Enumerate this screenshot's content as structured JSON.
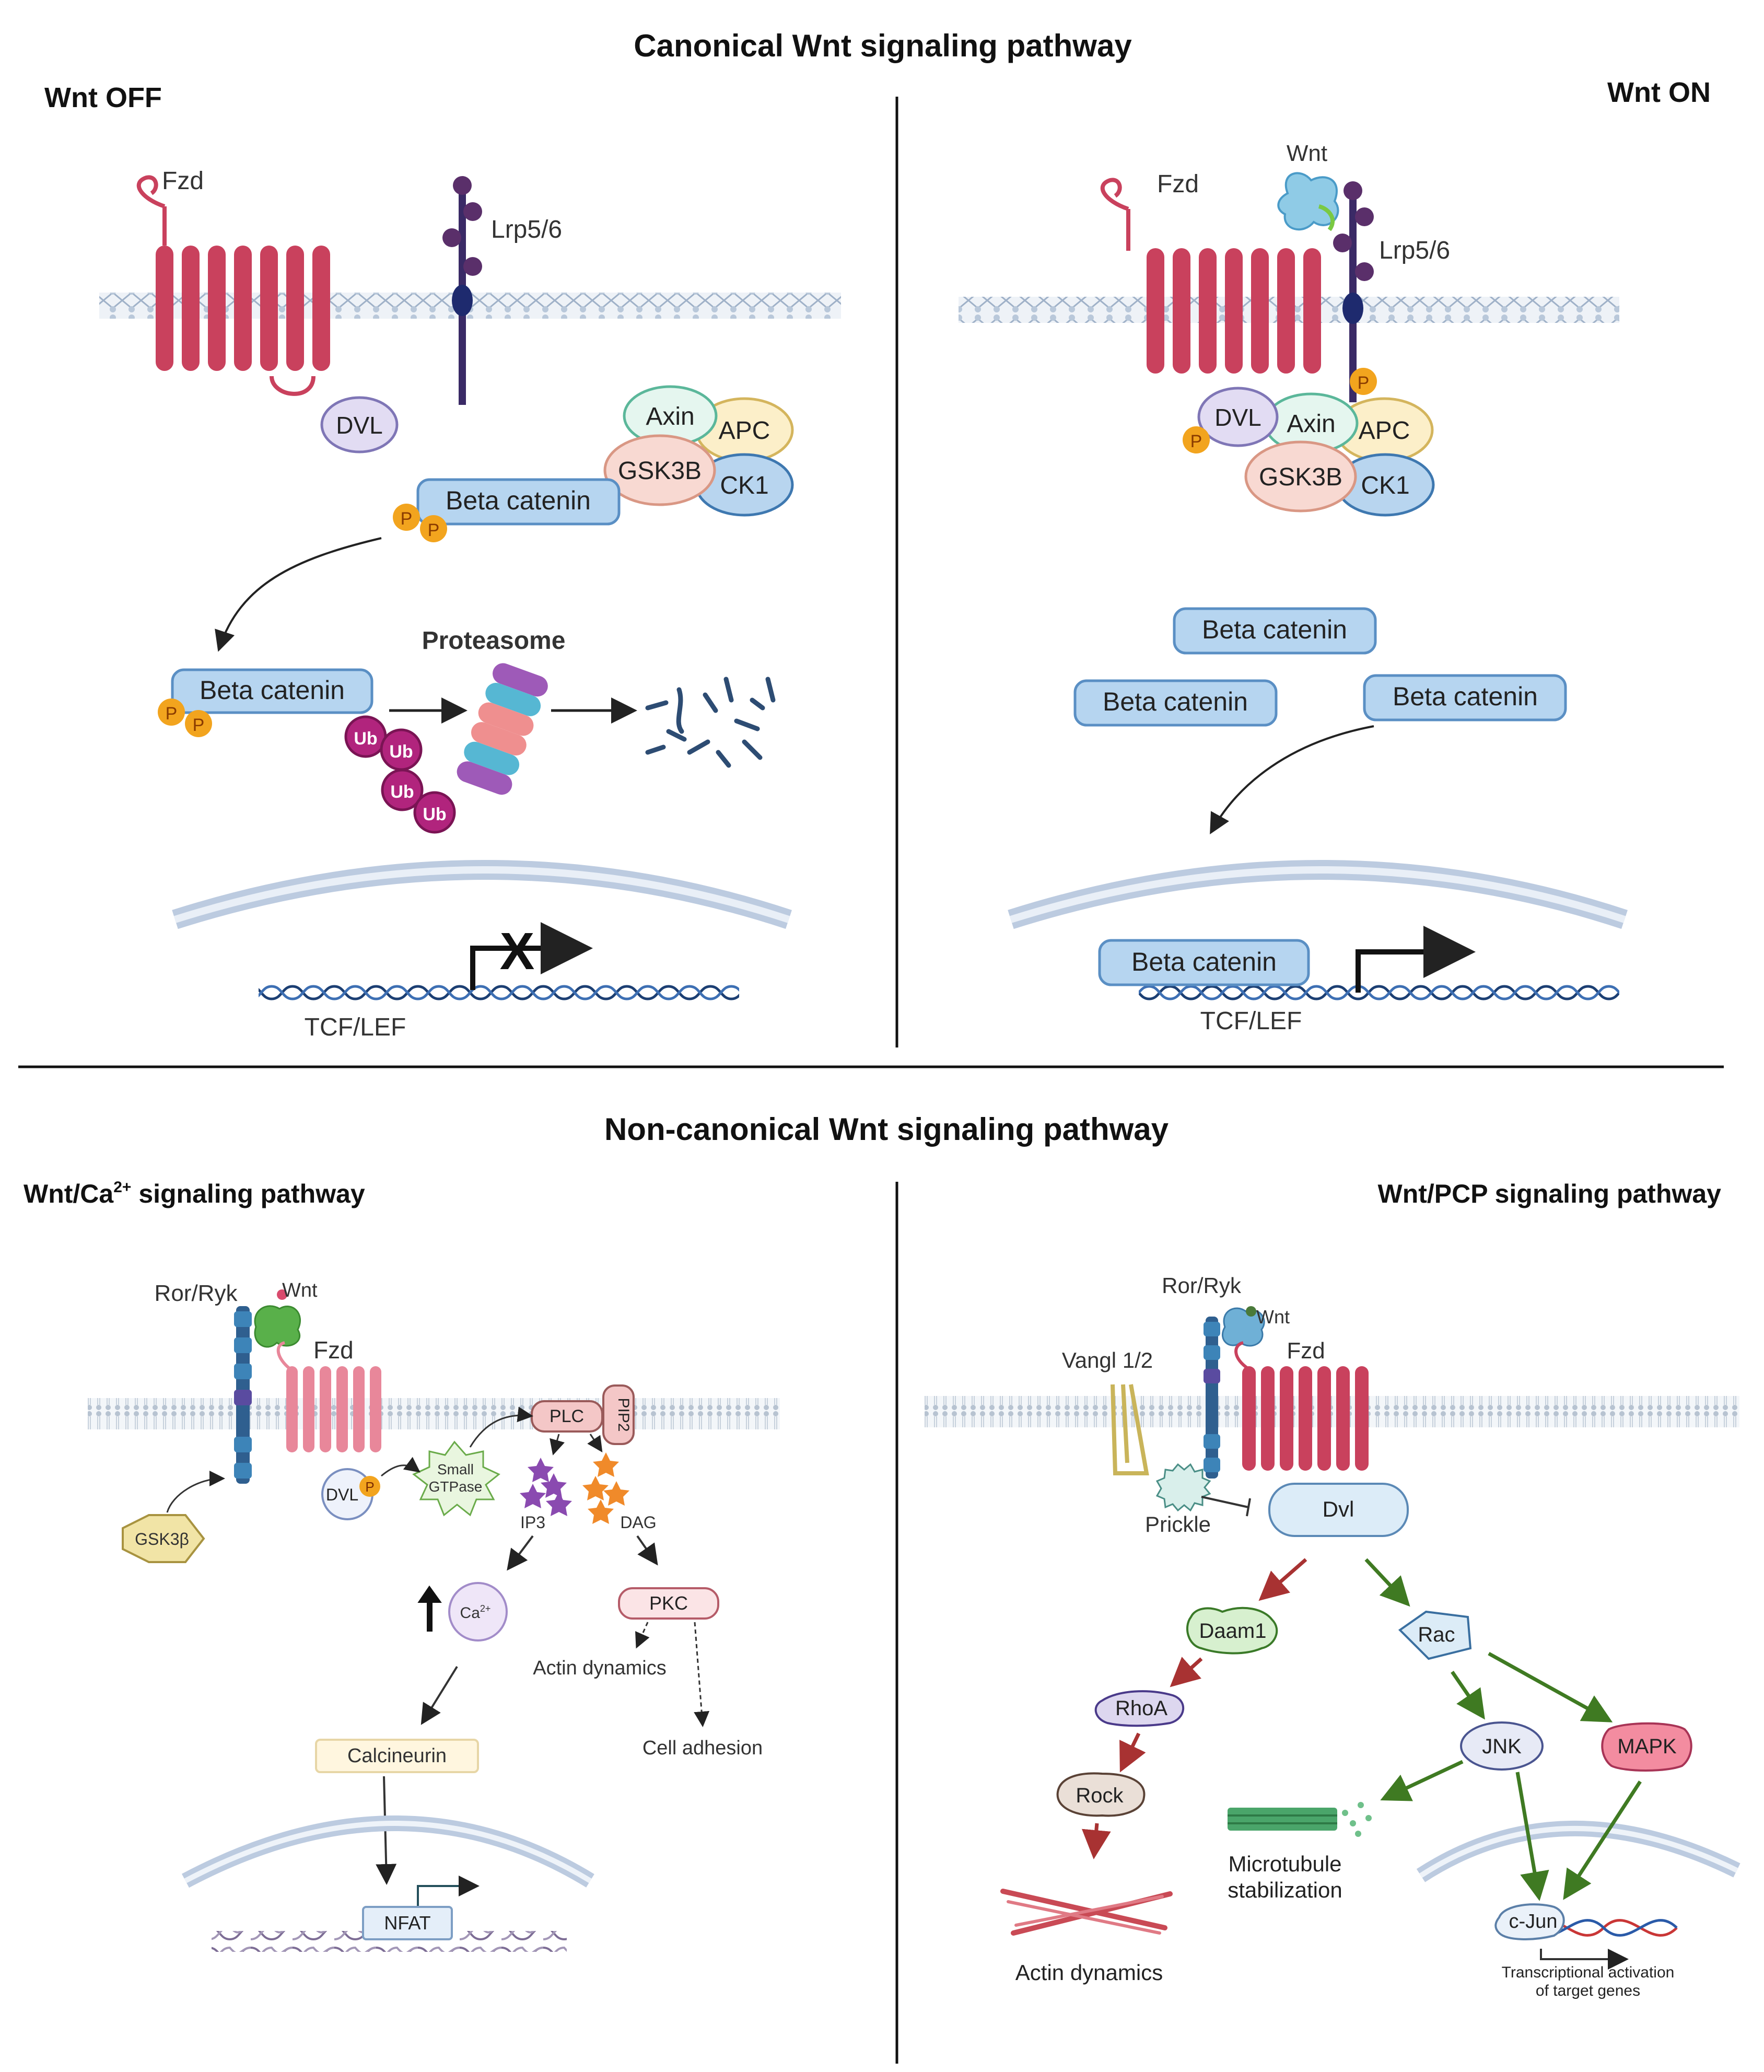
{
  "canonical": {
    "title": "Canonical Wnt signaling pathway",
    "off": {
      "header": "Wnt OFF",
      "fzd": "Fzd",
      "lrp": "Lrp5/6",
      "dvl": "DVL",
      "axin": "Axin",
      "apc": "APC",
      "gsk3b": "GSK3B",
      "ck1": "CK1",
      "beta_catenin": "Beta catenin",
      "beta_catenin_2": "Beta catenin",
      "p": "P",
      "ub": "Ub",
      "proteasome": "Proteasome",
      "tcf_lef": "TCF/LEF",
      "block_mark": "X"
    },
    "on": {
      "header": "Wnt ON",
      "wnt": "Wnt",
      "fzd": "Fzd",
      "lrp": "Lrp5/6",
      "dvl": "DVL",
      "axin": "Axin",
      "apc": "APC",
      "gsk3b": "GSK3B",
      "ck1": "CK1",
      "p": "P",
      "beta_catenin_a": "Beta catenin",
      "beta_catenin_b": "Beta catenin",
      "beta_catenin_c": "Beta catenin",
      "beta_catenin_nuc": "Beta catenin",
      "tcf_lef": "TCF/LEF"
    }
  },
  "noncanonical": {
    "title": "Non-canonical Wnt signaling pathway",
    "ca": {
      "header_main": "Wnt/Ca",
      "header_sup": "2+",
      "header_rest": " signaling pathway",
      "ror_ryk": "Ror/Ryk",
      "wnt": "Wnt",
      "fzd": "Fzd",
      "plc": "PLC",
      "pip2": "PIP2",
      "dvl": "DVL",
      "p": "P",
      "small_gtpase_1": "Small",
      "small_gtpase_2": "GTPase",
      "gsk3b": "GSK3β",
      "ip3": "IP3",
      "dag": "DAG",
      "ca_main": "Ca",
      "ca_sup": "2+",
      "pkc": "PKC",
      "actin_dynamics": "Actin dynamics",
      "cell_adhesion": "Cell adhesion",
      "calcineurin": "Calcineurin",
      "nfat": "NFAT"
    },
    "pcp": {
      "header": "Wnt/PCP signaling pathway",
      "ror_ryk": "Ror/Ryk",
      "wnt": "Wnt",
      "vangl": "Vangl 1/2",
      "fzd": "Fzd",
      "prickle": "Prickle",
      "dvl": "Dvl",
      "daam1": "Daam1",
      "rac": "Rac",
      "rhoa": "RhoA",
      "jnk": "JNK",
      "mapk": "MAPK",
      "rock": "Rock",
      "microtubule_1": "Microtubule",
      "microtubule_2": "stabilization",
      "actin_dynamics": "Actin dynamics",
      "cjun": "c-Jun",
      "transcription_1": "Transcriptional activation",
      "transcription_2": "of target genes"
    }
  }
}
